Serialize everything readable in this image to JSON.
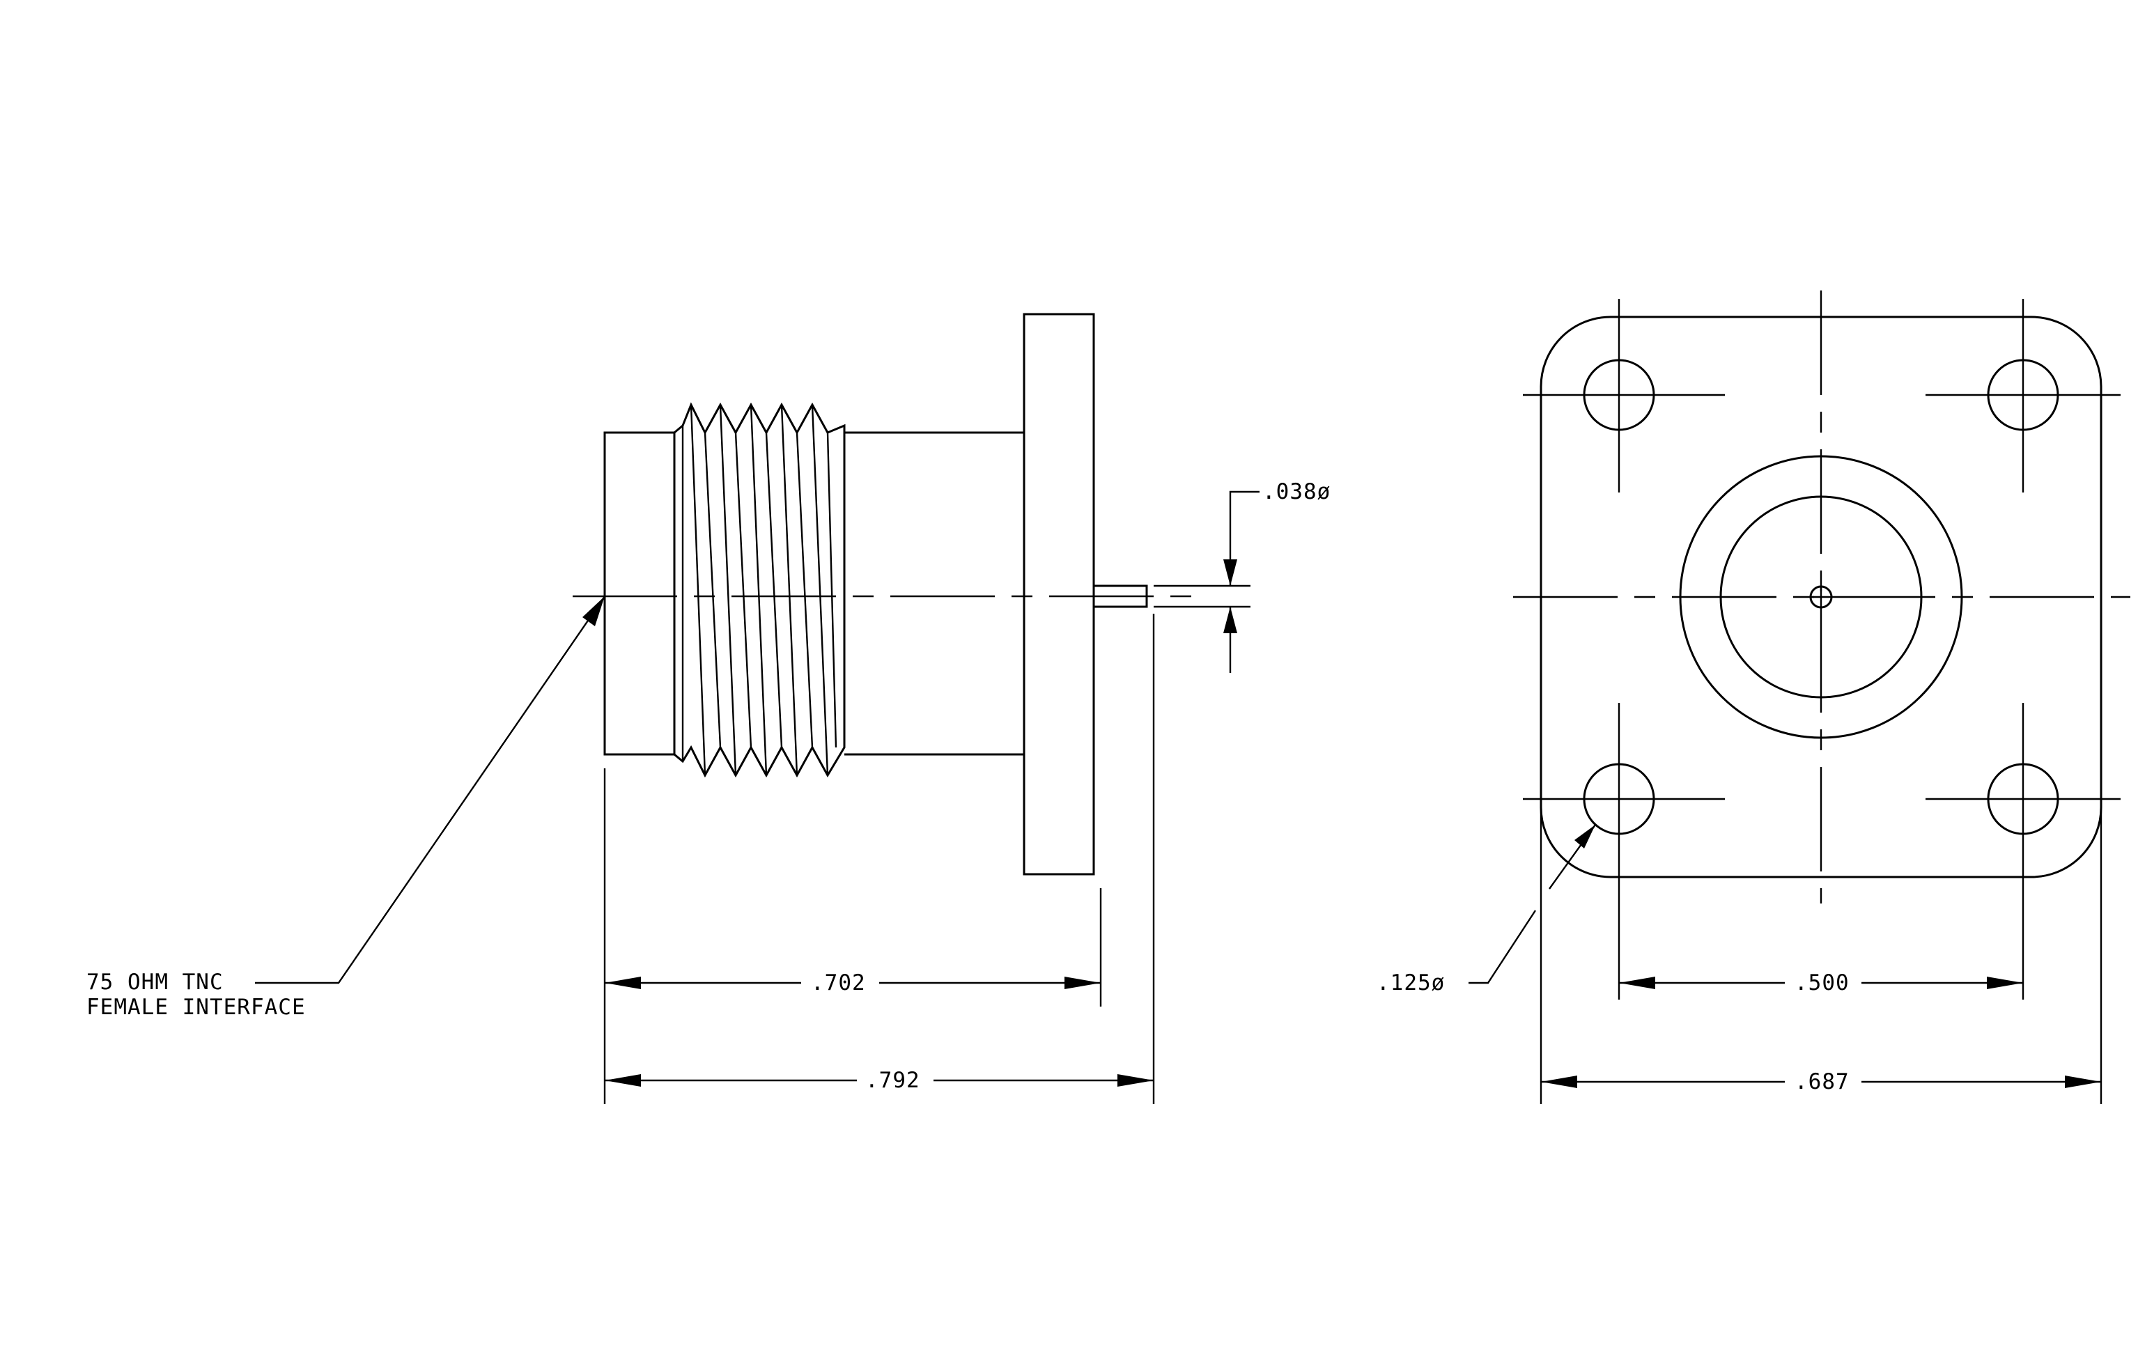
{
  "drawing": {
    "side_view": {
      "callout_line1": "75 OHM TNC",
      "callout_line2": "FEMALE INTERFACE",
      "dim_pin_diameter": ".038ø",
      "dim_body_length": ".702",
      "dim_overall_length": ".792"
    },
    "front_view": {
      "dim_hole_diameter": ".125ø",
      "dim_hole_spacing": ".500",
      "dim_flange_width": ".687"
    }
  }
}
